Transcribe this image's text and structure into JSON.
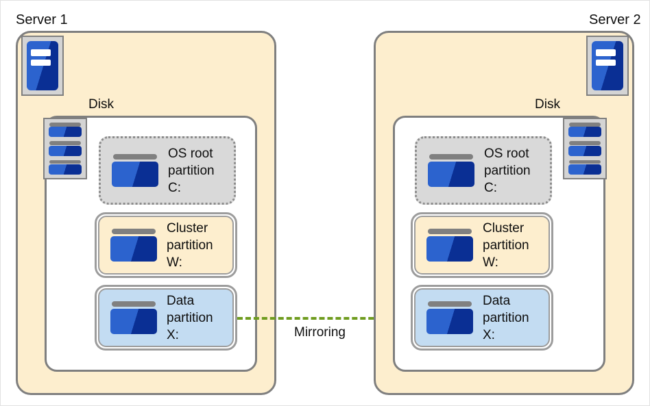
{
  "diagram": {
    "title_left": "Server 1",
    "title_right": "Server 2",
    "disk_label_left": "Disk",
    "disk_label_right": "Disk",
    "mirroring_label": "Mirroring",
    "colors": {
      "server_fill": "#fdeece",
      "server_border": "#7f7f7f",
      "disk_box_fill": "#ffffff",
      "os_partition_fill": "#d9d9d9",
      "os_partition_border": "#8c8c8c",
      "cluster_partition_fill": "#fdeece",
      "data_partition_fill": "#c3dcf2",
      "partition_ring_border": "#9c9c9c",
      "icon_blue_light": "#2c63ce",
      "icon_blue_dark": "#0a2f94",
      "icon_gray_cap": "#808080",
      "icon_frame_fill": "#d4d4d4",
      "arrow_green": "#6f9c1f",
      "text": "#0d0d0d"
    },
    "servers": [
      {
        "id": "server-1",
        "name": "Server 1",
        "disk_label": "Disk",
        "partitions": [
          {
            "id": "os-root",
            "line1": "OS root",
            "line2": "partition",
            "line3": "C:",
            "style": "dotted"
          },
          {
            "id": "cluster",
            "line1": "Cluster",
            "line2": "partition",
            "line3": "W:",
            "style": "cluster"
          },
          {
            "id": "data",
            "line1": "Data",
            "line2": "partition",
            "line3": "X:",
            "style": "data"
          }
        ]
      },
      {
        "id": "server-2",
        "name": "Server 2",
        "disk_label": "Disk",
        "partitions": [
          {
            "id": "os-root",
            "line1": "OS root",
            "line2": "partition",
            "line3": "C:",
            "style": "dotted"
          },
          {
            "id": "cluster",
            "line1": "Cluster",
            "line2": "partition",
            "line3": "W:",
            "style": "cluster"
          },
          {
            "id": "data",
            "line1": "Data",
            "line2": "partition",
            "line3": "X:",
            "style": "data"
          }
        ]
      }
    ],
    "connection": {
      "label": "Mirroring",
      "from": "server-1.data",
      "to": "server-2.data",
      "direction": "right",
      "line_style": "dashed",
      "color": "#6f9c1f"
    },
    "icons": {
      "server_tower": "server-tower-icon",
      "disk_stack": "disk-stack-icon",
      "partition_disk": "partition-disk-icon"
    }
  }
}
